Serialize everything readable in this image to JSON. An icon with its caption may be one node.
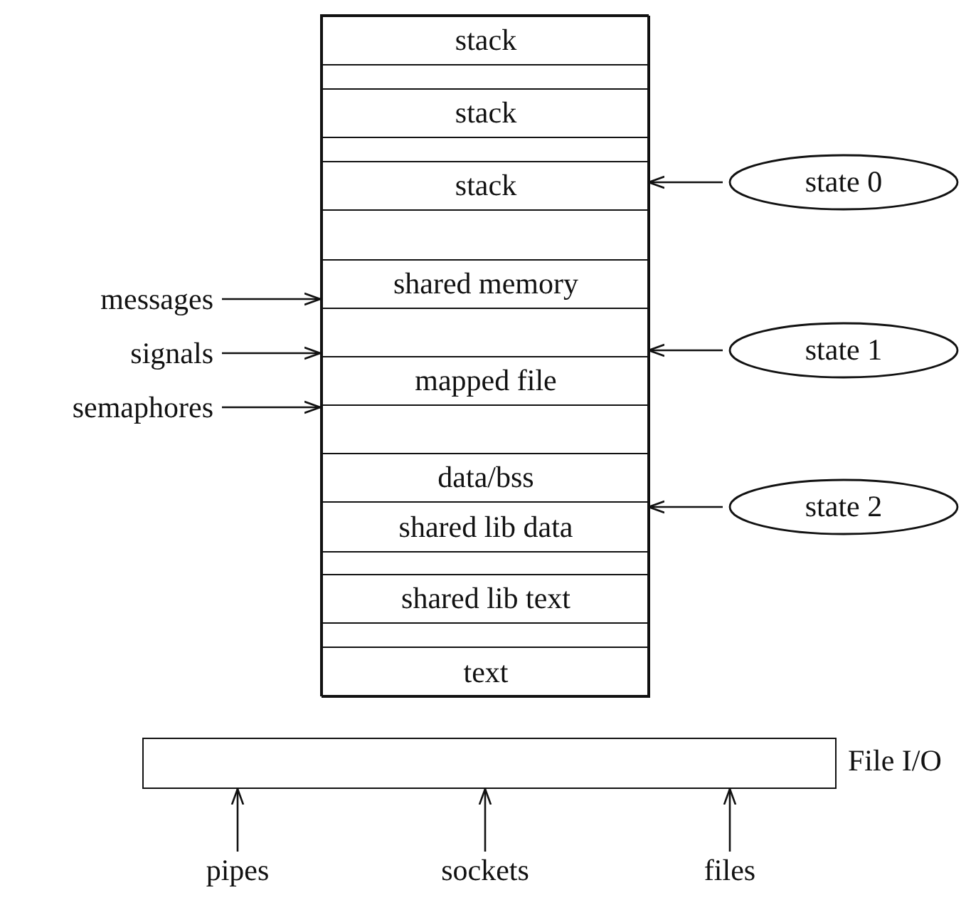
{
  "diagram": {
    "nodes": [
      {
        "text": [],
        "shape": "box"
      },
      {
        "text": [
          "stack"
        ],
        "in": 0
      },
      {
        "text": [],
        "shape": "box",
        "in": 0
      },
      {
        "text": [
          "stack"
        ],
        "in": 0
      },
      {
        "text": [],
        "shape": "box",
        "in": 0
      },
      {
        "text": [
          "stack"
        ],
        "in": 0
      },
      {
        "text": [],
        "shape": "box",
        "in": 0
      },
      {
        "text": [
          "shared memory"
        ],
        "in": 0
      },
      {
        "text": [],
        "shape": "box",
        "in": 0
      },
      {
        "text": [
          "mapped file"
        ],
        "in": 0
      },
      {
        "text": [],
        "shape": "box",
        "in": 0
      },
      {
        "text": [
          "data/bss"
        ],
        "in": 0
      },
      {
        "text": [
          "shared lib data"
        ],
        "in": 0
      },
      {
        "text": [],
        "shape": "box",
        "in": 0
      },
      {
        "text": [
          "shared lib text"
        ],
        "in": 0
      },
      {
        "text": [],
        "shape": "box",
        "in": 0
      },
      {
        "text": [
          "text"
        ],
        "in": 0
      },
      {
        "text": [
          "messages"
        ]
      },
      {
        "text": [
          "signals"
        ]
      },
      {
        "text": [
          "semaphores"
        ]
      },
      {
        "text": [
          "state 0"
        ]
      },
      {
        "text": [
          "state 1"
        ]
      },
      {
        "text": [
          "state 2"
        ]
      },
      {
        "text": [
          "File I/O"
        ]
      },
      {
        "text": [
          "pipes"
        ]
      },
      {
        "text": [
          "sockets"
        ]
      },
      {
        "text": [
          "files"
        ]
      }
    ],
    "edges": [
      {
        "from": 17,
        "to": 0,
        "arrow": "to"
      },
      {
        "from": 18,
        "to": 0,
        "arrow": "to"
      },
      {
        "from": 19,
        "to": 0,
        "arrow": "to"
      },
      {
        "from": 20,
        "to": 0,
        "arrow": "to"
      },
      {
        "from": 21,
        "to": 0,
        "arrow": "to"
      },
      {
        "from": 22,
        "to": 0,
        "arrow": "to"
      },
      {
        "from": 24,
        "to": 23,
        "arrow": "to"
      },
      {
        "from": 25,
        "to": 23,
        "arrow": "to"
      },
      {
        "from": 26,
        "to": 23,
        "arrow": "to"
      }
    ]
  }
}
